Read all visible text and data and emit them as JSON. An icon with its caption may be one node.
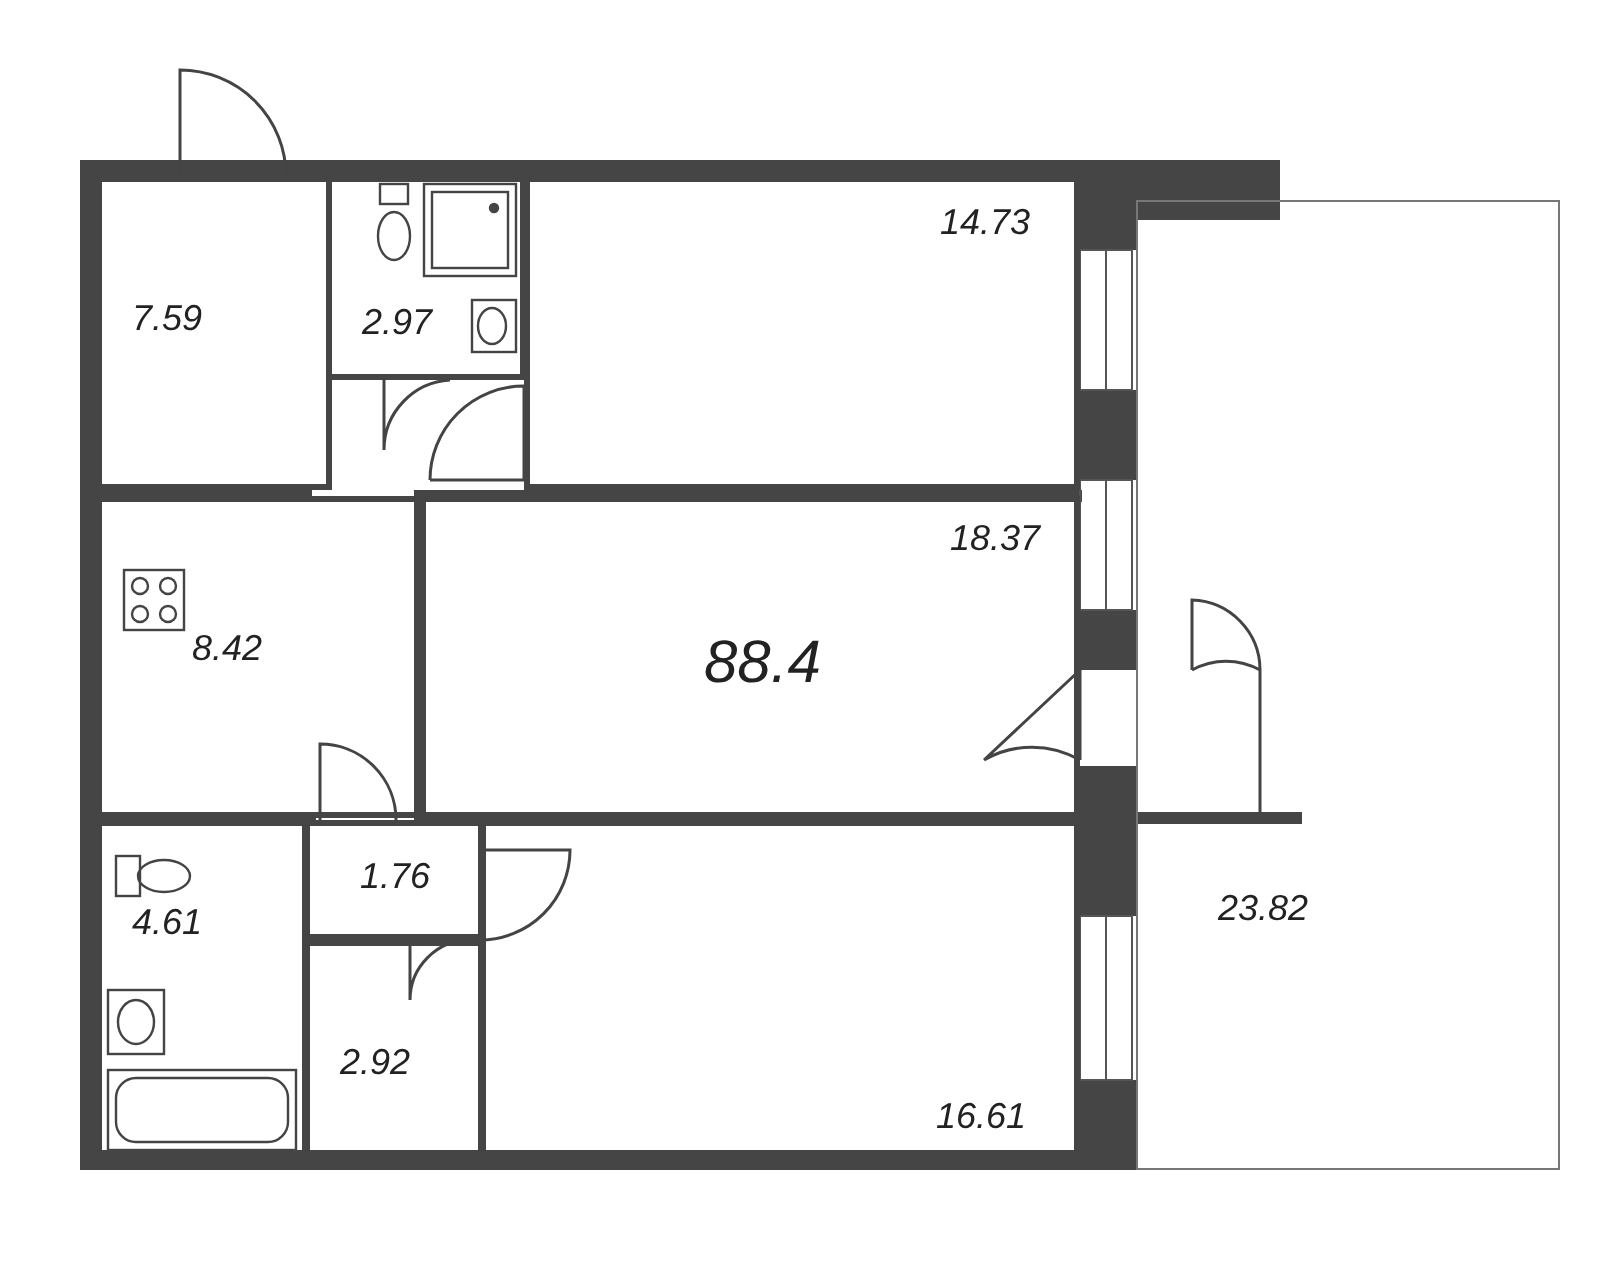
{
  "diagram": {
    "nodes": [
      {
        "text": [
          "7.59"
        ]
      },
      {
        "text": [
          "2.97"
        ]
      },
      {
        "text": [
          "14.73"
        ]
      },
      {
        "text": [
          "18.37"
        ]
      },
      {
        "text": [
          "8.42"
        ]
      },
      {
        "text": [
          "1.76"
        ]
      },
      {
        "text": [
          "4.61"
        ]
      },
      {
        "text": [
          "2.92"
        ]
      },
      {
        "text": [
          "16.61"
        ]
      },
      {
        "text": [
          "23.82"
        ]
      }
    ],
    "labels": [
      "88.4"
    ]
  }
}
